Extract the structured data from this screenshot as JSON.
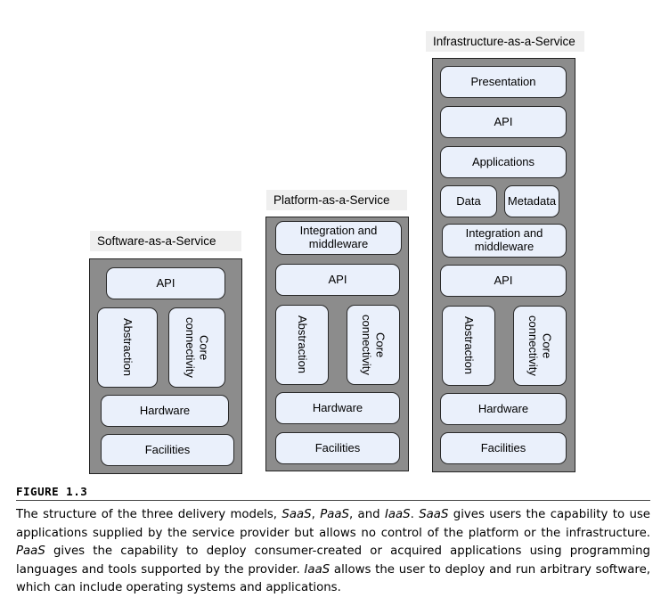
{
  "saas": {
    "title": "Software-as-a-Service",
    "api": "API",
    "abstraction": "Abstraction",
    "core": "Core connectivity",
    "hardware": "Hardware",
    "facilities": "Facilities"
  },
  "paas": {
    "title": "Platform-as-a-Service",
    "integration": "Integration and middleware",
    "api": "API",
    "abstraction": "Abstraction",
    "core": "Core connectivity",
    "hardware": "Hardware",
    "facilities": "Facilities"
  },
  "iaas": {
    "title": "Infrastructure-as-a-Service",
    "presentation": "Presentation",
    "api_top": "API",
    "applications": "Applications",
    "data": "Data",
    "metadata": "Metadata",
    "integration": "Integration and middleware",
    "api": "API",
    "abstraction": "Abstraction",
    "core": "Core connectivity",
    "hardware": "Hardware",
    "facilities": "Facilities"
  },
  "figure": {
    "label": "FIGURE 1.3",
    "caption": {
      "p1": "The structure of the three delivery models, ",
      "saas": "SaaS",
      "c1": ", ",
      "paas": "PaaS",
      "c2": ", and ",
      "iaas": "IaaS",
      "c3": ". ",
      "saas2": "SaaS",
      "p2": " gives users the capability to use applications supplied by the service provider but allows no control of the platform or the infrastructure. ",
      "paas2": "PaaS",
      "p3": " gives the capability to deploy consumer-created or acquired applications using programming languages and tools supported by the provider. ",
      "iaas2": "IaaS",
      "p4": " allows the user to deploy and run arbitrary software, which can include operating systems and applications."
    }
  }
}
